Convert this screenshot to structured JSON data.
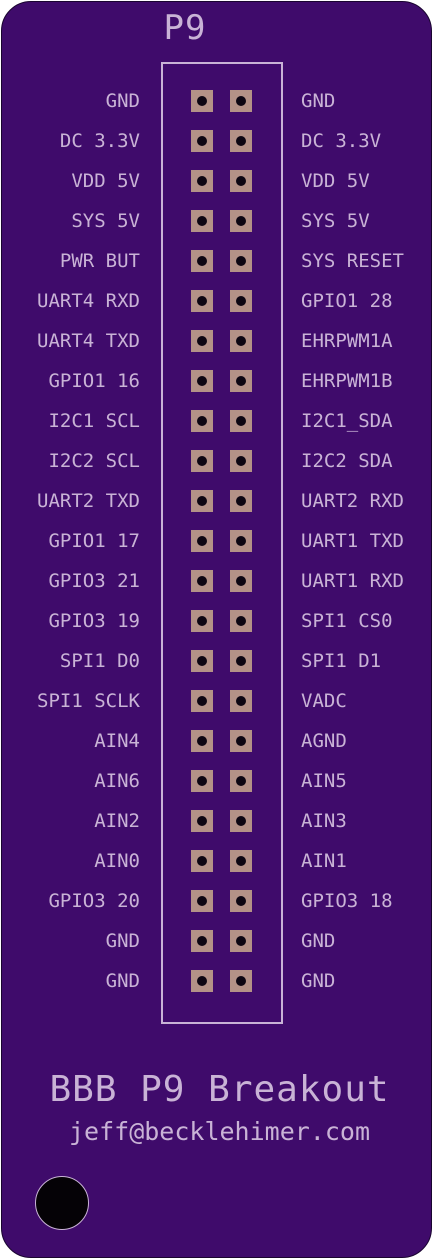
{
  "header": {
    "name": "P9"
  },
  "pins": [
    {
      "left": "GND",
      "right": "GND"
    },
    {
      "left": "DC 3.3V",
      "right": "DC 3.3V"
    },
    {
      "left": "VDD 5V",
      "right": "VDD 5V"
    },
    {
      "left": "SYS 5V",
      "right": "SYS 5V"
    },
    {
      "left": "PWR BUT",
      "right": "SYS RESET"
    },
    {
      "left": "UART4 RXD",
      "right": "GPIO1 28"
    },
    {
      "left": "UART4 TXD",
      "right": "EHRPWM1A"
    },
    {
      "left": "GPIO1 16",
      "right": "EHRPWM1B"
    },
    {
      "left": "I2C1 SCL",
      "right": "I2C1_SDA"
    },
    {
      "left": "I2C2 SCL",
      "right": "I2C2 SDA"
    },
    {
      "left": "UART2 TXD",
      "right": "UART2 RXD"
    },
    {
      "left": "GPIO1 17",
      "right": "UART1 TXD"
    },
    {
      "left": "GPIO3 21",
      "right": "UART1 RXD"
    },
    {
      "left": "GPIO3 19",
      "right": "SPI1 CS0"
    },
    {
      "left": "SPI1 D0",
      "right": "SPI1 D1"
    },
    {
      "left": "SPI1 SCLK",
      "right": "VADC"
    },
    {
      "left": "AIN4",
      "right": "AGND"
    },
    {
      "left": "AIN6",
      "right": "AIN5"
    },
    {
      "left": "AIN2",
      "right": "AIN3"
    },
    {
      "left": "AIN0",
      "right": "AIN1"
    },
    {
      "left": "GPIO3 20",
      "right": "GPIO3 18"
    },
    {
      "left": "GND",
      "right": "GND"
    },
    {
      "left": "GND",
      "right": "GND"
    }
  ],
  "footer": {
    "title": "BBB P9 Breakout",
    "email": "jeff@becklehimer.com"
  },
  "colors": {
    "board": "#3f0b6b",
    "silkscreen": "#c9b3d6",
    "pad": "#b49287",
    "drill": "#0d0612"
  }
}
